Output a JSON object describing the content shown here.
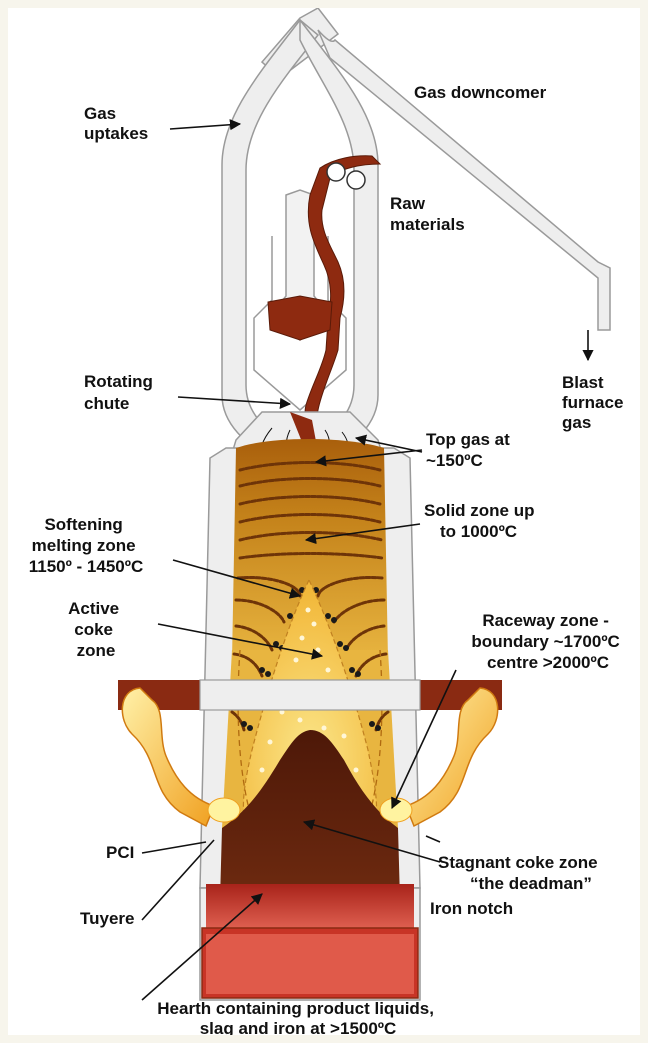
{
  "labels": {
    "gas_uptakes": [
      "Gas",
      "uptakes"
    ],
    "gas_downcomer": "Gas downcomer",
    "raw_materials": [
      "Raw",
      "materials"
    ],
    "blast_furnace_gas": [
      "Blast",
      "furnace",
      "gas"
    ],
    "rotating_chute": [
      "Rotating",
      "chute"
    ],
    "top_gas": [
      "Top gas at",
      "~150ºC"
    ],
    "solid_zone": [
      "Solid zone up",
      "to 1000ºC"
    ],
    "softening_zone": [
      "Softening",
      "melting zone",
      "1150º - 1450ºC"
    ],
    "active_coke_zone": [
      "Active",
      "coke",
      "zone"
    ],
    "raceway_zone": [
      "Raceway zone -",
      "boundary ~1700ºC",
      "centre >2000ºC"
    ],
    "pci": "PCI",
    "tuyere": "Tuyere",
    "stagnant_coke_zone": [
      "Stagnant coke zone",
      "“the deadman”"
    ],
    "iron_notch": "Iron notch",
    "hearth": [
      "Hearth containing product liquids,",
      "slag and iron at >1500ºC"
    ]
  },
  "colors": {
    "background": "#f7f5ec",
    "shell": "#eeeeee",
    "shell_stroke": "#9a9a9a",
    "raw_material": "#8e2a10",
    "burden_top": "#b0660e",
    "burden_mid": "#d49a1e",
    "active_coke": "#f7d45a",
    "deadman": "#5c1f0b",
    "hearth_top": "#b02818",
    "hearth_bottom": "#e05a4a",
    "bustle_pipe": "#8a2a12",
    "coke_lump": "#3a1406",
    "arrow": "#111111"
  }
}
